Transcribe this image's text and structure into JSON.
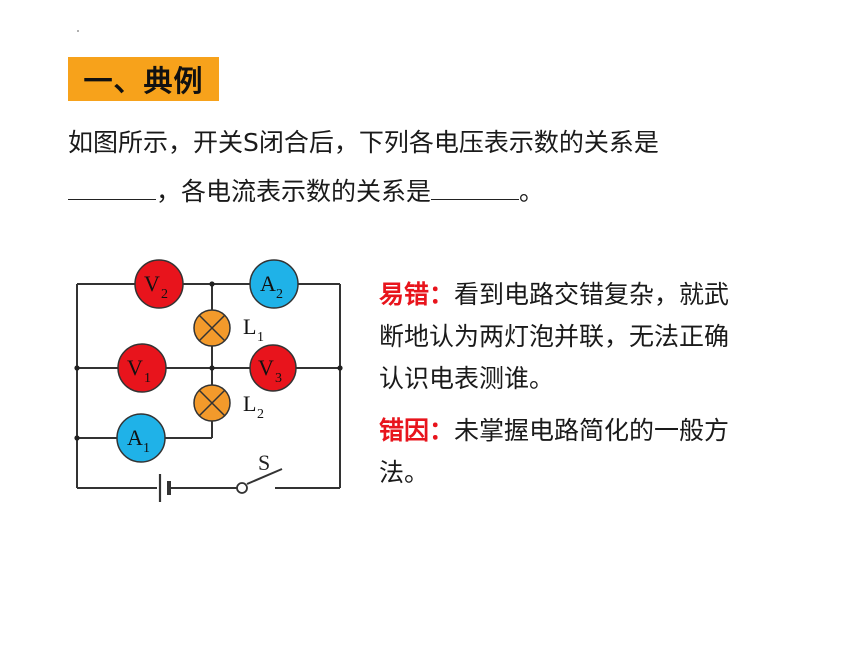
{
  "title": "一、典例",
  "question": {
    "line1": "如图所示，开关S闭合后，下列各电压表示数的关系是",
    "line2_mid": "，各电流表示数的关系是",
    "line2_end": "。"
  },
  "circuit": {
    "meters": {
      "v2": {
        "letter": "V",
        "sub": "2"
      },
      "a2": {
        "letter": "A",
        "sub": "2"
      },
      "v1": {
        "letter": "V",
        "sub": "1"
      },
      "v3": {
        "letter": "V",
        "sub": "3"
      },
      "a1": {
        "letter": "A",
        "sub": "1"
      }
    },
    "lamps": {
      "l1": {
        "letter": "L",
        "sub": "1"
      },
      "l2": {
        "letter": "L",
        "sub": "2"
      }
    },
    "switch_label": "S",
    "colors": {
      "voltmeter": "#e8141c",
      "ammeter": "#1fb2e8",
      "lamp": "#f39a2b"
    }
  },
  "notes": {
    "mistake": {
      "label": "易错：",
      "lines": [
        "看到电路交错复杂，就武",
        "断地认为两灯泡并联，无法正确",
        "认识电表测谁。"
      ]
    },
    "cause": {
      "label": "错因：",
      "lines": [
        "未掌握电路简化的一般方",
        "法。"
      ]
    }
  },
  "colors": {
    "accent": "#f7a21b",
    "warning_label": "#e8141c"
  }
}
